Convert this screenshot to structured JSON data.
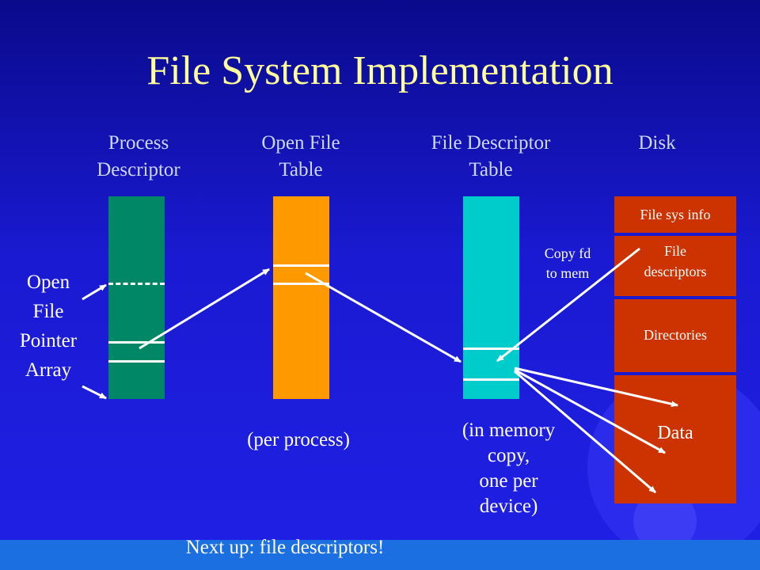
{
  "slide": {
    "title": "File System Implementation",
    "footer_note": "Next up: file descriptors!",
    "columns": {
      "process_descriptor": [
        "Process",
        "Descriptor"
      ],
      "open_file_table": [
        "Open File",
        "Table"
      ],
      "file_descriptor_table": [
        "File Descriptor",
        "Table"
      ],
      "disk": "Disk"
    },
    "left_label": [
      "Open",
      "File",
      "Pointer",
      "Array"
    ],
    "per_process_note": "(per process)",
    "in_memory_note": [
      "(in memory",
      "copy,",
      "one per",
      "device)"
    ],
    "copy_note": [
      "Copy fd",
      "to mem"
    ],
    "disk_segments": {
      "file_sys_info": "File sys info",
      "file_descriptors": [
        "File",
        "descriptors"
      ],
      "directories": "Directories",
      "data": "Data"
    },
    "colors": {
      "background": "#1a1ad2",
      "title": "#ffff99",
      "process_bar": "#008866",
      "open_file_bar": "#ff9900",
      "fd_table_bar": "#00cccc",
      "disk": "#cc3300"
    }
  }
}
